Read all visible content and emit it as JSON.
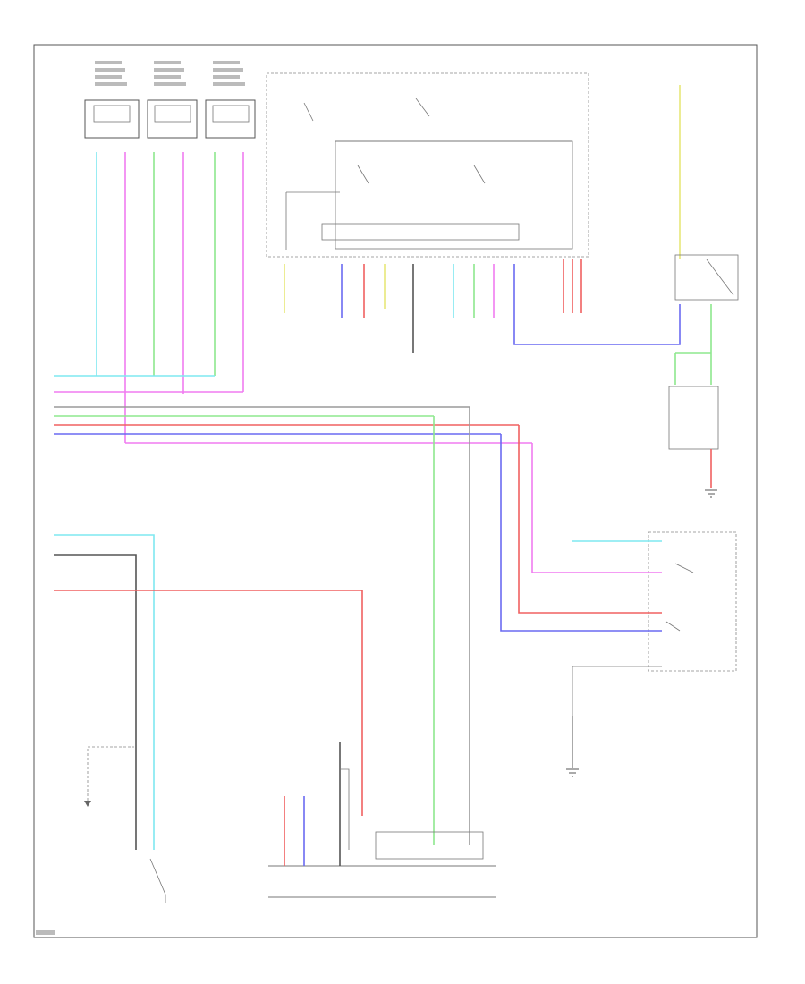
{
  "colors": {
    "cyan": "#7fe8f0",
    "magenta": "#f07cf0",
    "green": "#8ee88e",
    "red": "#f06060",
    "blue": "#6a6af2",
    "yellow": "#e8e87a",
    "gray": "#9a9a9a",
    "black": "#555555"
  },
  "icons": [
    "ground-symbol",
    "switch-symbol",
    "connector-symbol"
  ]
}
